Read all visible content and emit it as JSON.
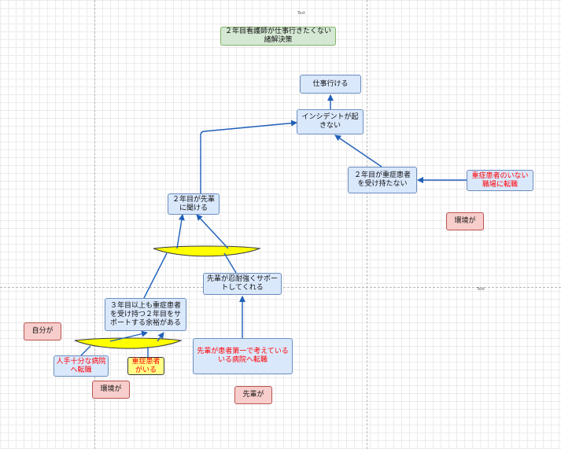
{
  "title_box": "２年目看護師が仕事行きたくない\n諸解決策",
  "nodes": {
    "work": "仕事行ける",
    "no_incident": "インシデントが起\nきない",
    "cannot_take_severe": "２年目が重症患者\nを受け持たない",
    "transfer_no_severe": "重症患者のいない\n職場に転職",
    "env1": "環境が",
    "can_ask_senior": "２年目が先輩\nに聞ける",
    "senior_support": "先輩が忍耐強くサポー\nトしてくれる",
    "capacity_support": "３年目以上も重症患者\nを受け持つ２年目をサ\nポートする余裕がある",
    "self": "自分が",
    "transfer_staffed": "人手十分な病院\nへ転職",
    "severe_present": "重症患者\nがいる",
    "env2": "環境が",
    "transfer_patient_first": "先輩が患者第一で考えている\nいる病院へ転職",
    "senior": "先輩が"
  },
  "text_markers": [
    "Text",
    "Text"
  ],
  "colors": {
    "arrow": "#1f5fb8",
    "blue_fill": "#dae8fc",
    "green_fill": "#d5e8d4",
    "red_fill": "#f8cecc",
    "yellow_fill": "#ffff88",
    "and_gate": "#ffff00"
  }
}
